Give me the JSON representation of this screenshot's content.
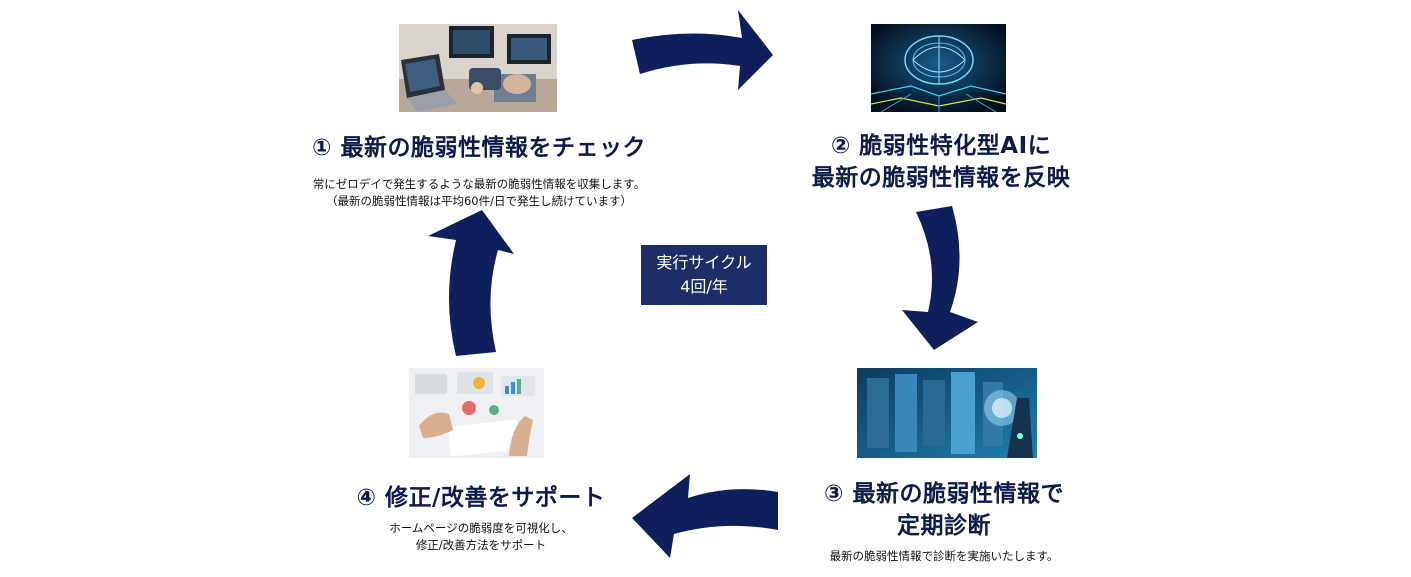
{
  "cycle": {
    "line1": "実行サイクル",
    "line2": "4回/年"
  },
  "steps": [
    {
      "title": "① 最新の脆弱性情報をチェック",
      "desc_lines": [
        "常にゼロデイで発生するような最新の脆弱性情報を収集します。",
        "（最新の脆弱性情報は平均60件/日で発生し続けています）"
      ]
    },
    {
      "title_lines": [
        "② 脆弱性特化型AIに",
        "最新の脆弱性情報を反映"
      ]
    },
    {
      "title_lines": [
        "③ 最新の脆弱性情報で",
        "定期診断"
      ],
      "desc": "最新の脆弱性情報で診断を実施いたします。"
    },
    {
      "title": "④ 修正/改善をサポート",
      "desc_lines": [
        "ホームページの脆弱度を可視化し、",
        "修正/改善方法をサポート"
      ]
    }
  ],
  "colors": {
    "arrow": "#0f1f5c",
    "title": "#0d1b4a",
    "box": "#1c2e66"
  }
}
